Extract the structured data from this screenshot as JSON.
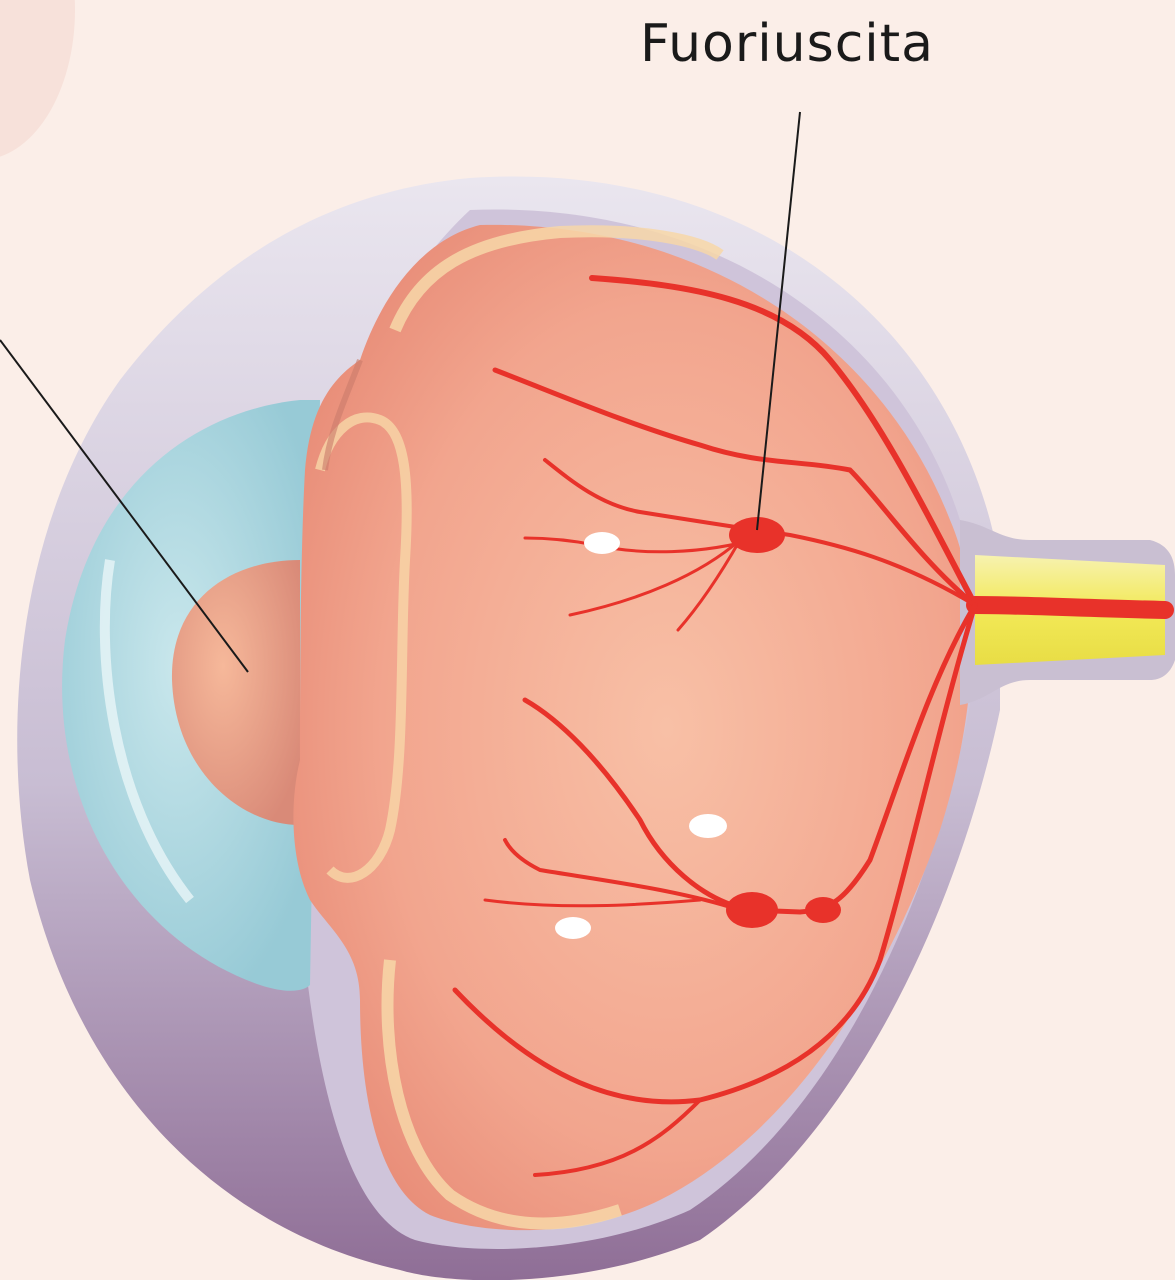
{
  "labels": {
    "leak": "Fuoriuscita"
  },
  "colors": {
    "background": "#fbeee8",
    "sclera": "#c9bfd2",
    "retina": "#f2a58e",
    "cornea": "#a9d6df",
    "vessel": "#e8322a",
    "optic_nerve": "#f2e957",
    "leader_line": "#1a1a1a"
  },
  "icons": {
    "vessel": "blood-vessel",
    "leak_spot": "hemorrhage-dot",
    "exudate": "white-spot"
  }
}
